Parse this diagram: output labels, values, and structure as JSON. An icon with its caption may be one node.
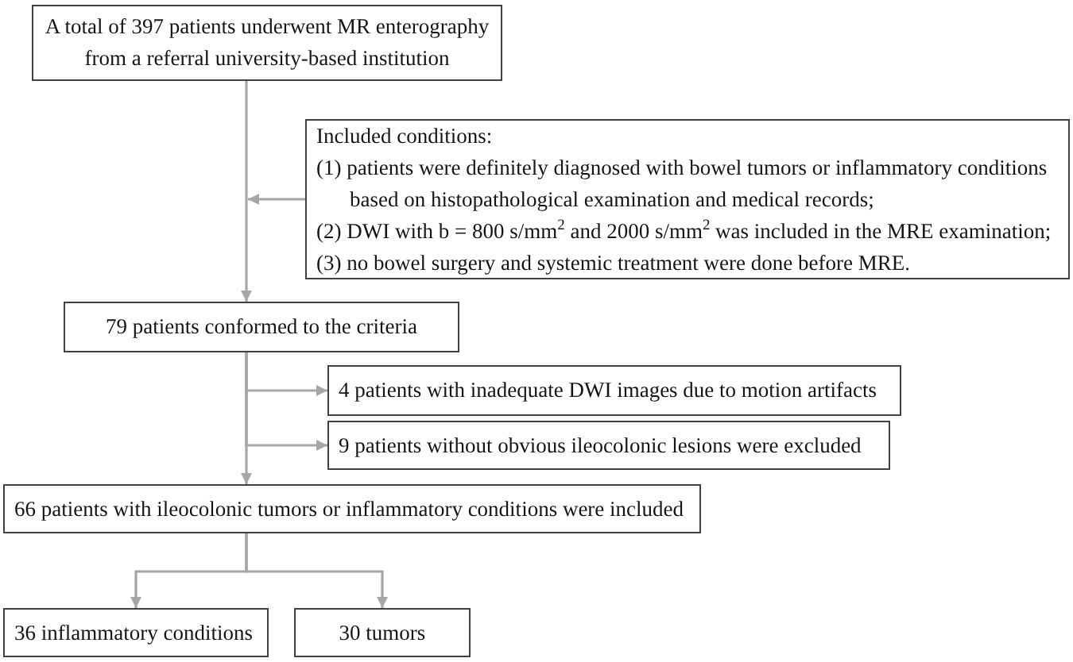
{
  "diagram": {
    "nodes": [
      {
        "text": [
          "A total of 397 patients underwent MR enterography from a referral university-based institution"
        ]
      },
      {
        "text": [
          "Included conditions:",
          "(1) patients were definitely diagnosed with bowel tumors or inflammatory conditions based on histopathological examination and medical records;",
          "(2) DWI with b = 800 s/mm$^{2}$ and 2000 s/mm$^{2}$ was included in the MRE examination;",
          "(3) no bowel surgery and systemic treatment were done before MRE."
        ]
      },
      {
        "text": [
          "79 patients conformed to the criteria"
        ]
      },
      {
        "text": [
          "4 patients with inadequate DWI images due to motion artifacts"
        ]
      },
      {
        "text": [
          "9 patients without obvious ileocolonic lesions were excluded"
        ]
      },
      {
        "text": [
          "66 patients with ileocolonic tumors or inflammatory conditions were included"
        ]
      },
      {
        "text": [
          "36 inflammatory conditions"
        ]
      },
      {
        "text": [
          "30 tumors"
        ]
      }
    ],
    "edges": [
      {
        "from": 0,
        "to": 2,
        "arrow": "to"
      },
      {
        "from": 1,
        "to": null,
        "arrow": "to"
      },
      {
        "from": 2,
        "to": 3,
        "arrow": "to"
      },
      {
        "from": 2,
        "to": 4,
        "arrow": "to"
      },
      {
        "from": 2,
        "to": 5,
        "arrow": "to"
      },
      {
        "from": 5,
        "to": 6,
        "arrow": "to"
      },
      {
        "from": 5,
        "to": 7,
        "arrow": "to"
      }
    ]
  }
}
